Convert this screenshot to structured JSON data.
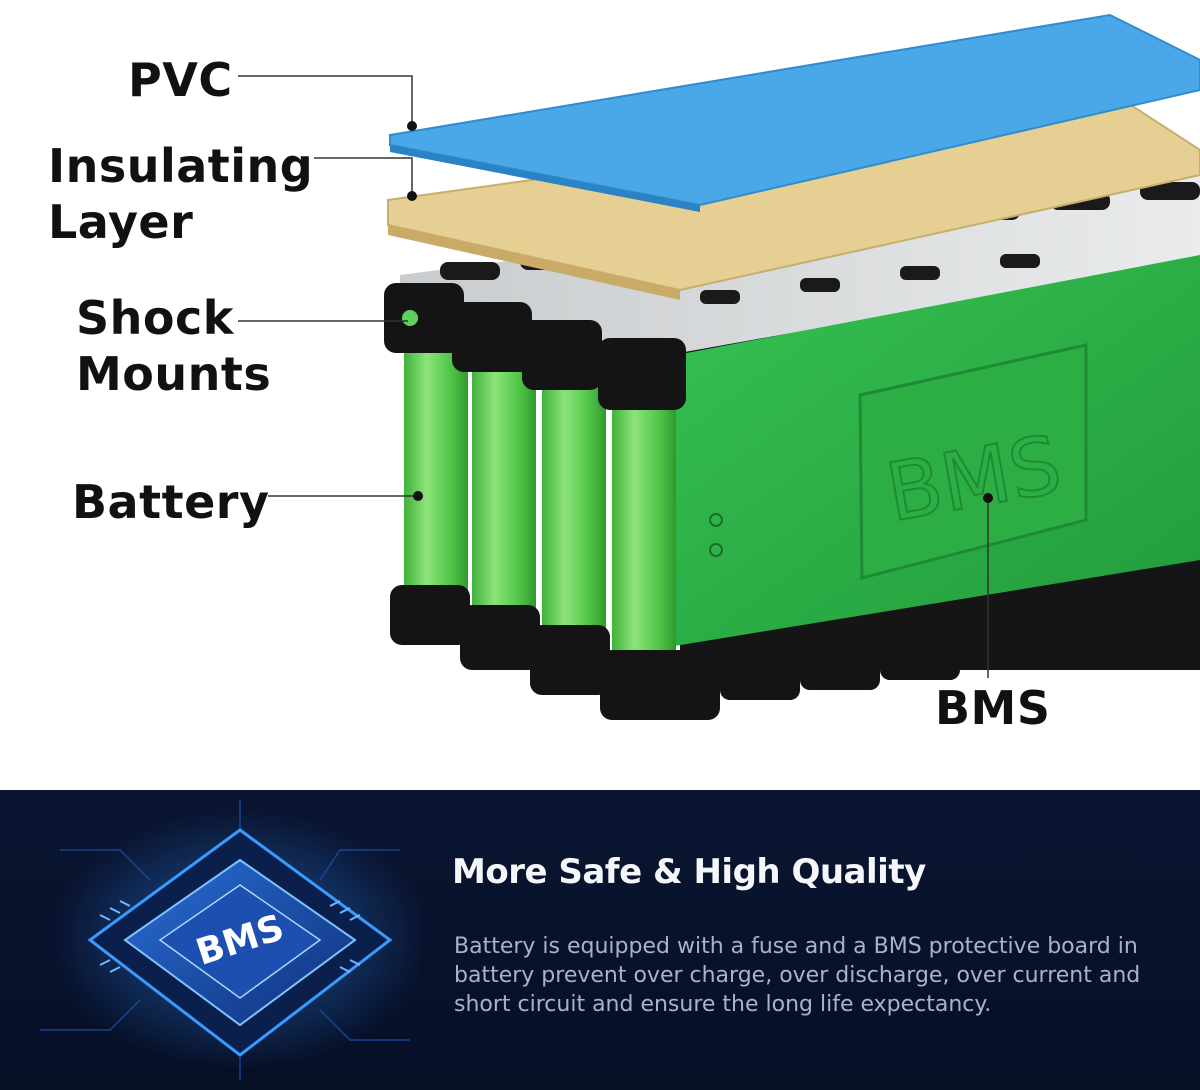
{
  "diagram": {
    "labels": {
      "pvc": "PVC",
      "insulating": "Insulating\nLayer",
      "shock": "Shock\nMounts",
      "battery": "Battery",
      "bms": "BMS"
    },
    "embossed": "BMS"
  },
  "feature": {
    "chip_label": "BMS",
    "title": "More Safe & High Quality",
    "body": "Battery is equipped with a fuse and a BMS protective board in battery prevent over charge, over discharge, over current and short circuit and ensure the long life expectancy."
  },
  "colors": {
    "pvc": "#4aa8e8",
    "insulating": "#e6cf93",
    "cell": "#5fd15a",
    "bms_board": "#2fb84a",
    "holder": "#111111",
    "panel": "#0a1532",
    "chip_glow": "#2e8dff"
  }
}
